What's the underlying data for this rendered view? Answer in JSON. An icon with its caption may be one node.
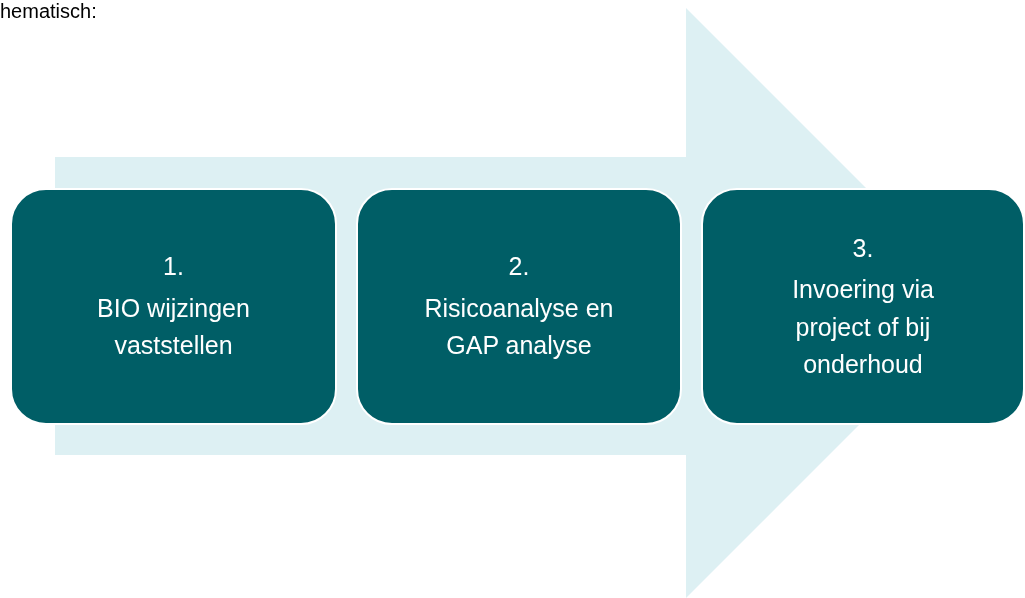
{
  "diagram": {
    "nodes": [
      {
        "text": [
          "1.",
          "BIO wijzingen vaststellen"
        ]
      },
      {
        "text": [
          "2.",
          "Risicoanalyse en GAP analyse"
        ]
      },
      {
        "text": [
          "3.",
          "Invoering via project of bij onderhoud"
        ]
      }
    ],
    "edges": [
      {
        "from": 0,
        "to": 2,
        "arrow": "to",
        "color": "#ddf0f3"
      }
    ],
    "labels": [
      "hematisch:"
    ]
  }
}
